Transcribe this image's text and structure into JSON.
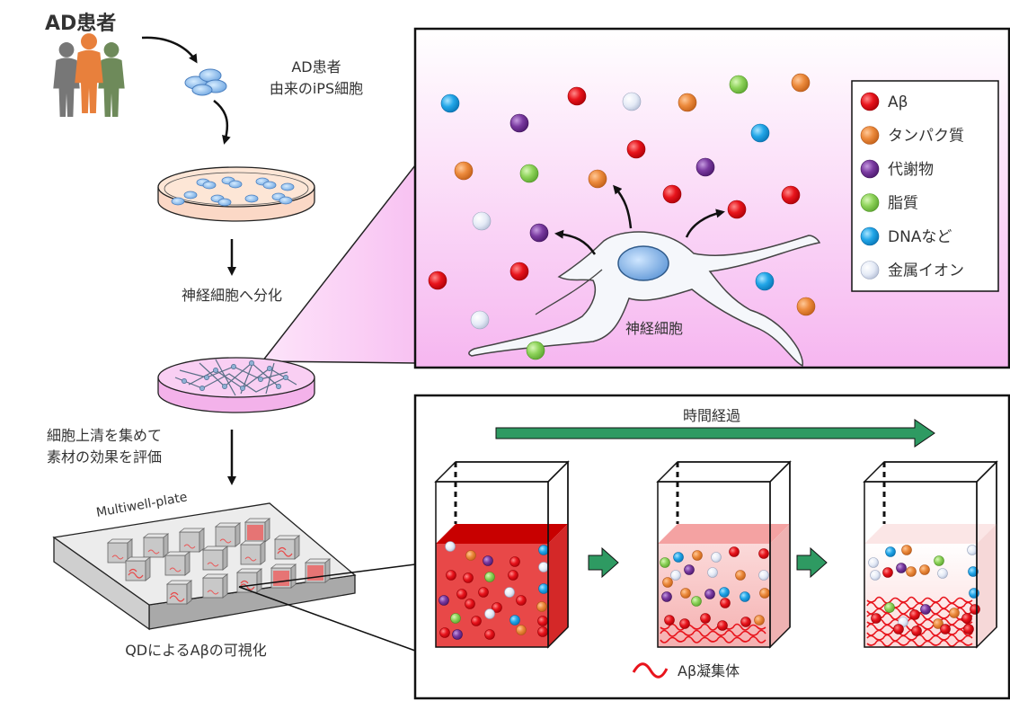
{
  "left_flow": {
    "patients_label": "AD患者",
    "ips_label_line1": "AD患者",
    "ips_label_line2": "由来のiPS細胞",
    "differentiate_label": "神経細胞へ分化",
    "collect_line1": "細胞上清を集めて",
    "collect_line2": "素材の効果を評価",
    "plate_label": "Multiwell-plate",
    "qd_label": "QDによるAβの可視化"
  },
  "neuron_panel": {
    "neuron_label": "神経細胞",
    "legend": [
      {
        "label": "Aβ",
        "color": "#e8141c"
      },
      {
        "label": "タンパク質",
        "color": "#ec8a3c"
      },
      {
        "label": "代謝物",
        "color": "#7a3aa0"
      },
      {
        "label": "脂質",
        "color": "#8ed35a"
      },
      {
        "label": "DNAなど",
        "color": "#22a6e8"
      },
      {
        "label": "金属イオン",
        "color": "#dde4f2"
      }
    ]
  },
  "aggregation_panel": {
    "time_label": "時間経過",
    "aggregate_legend_label": "Aβ凝集体"
  }
}
